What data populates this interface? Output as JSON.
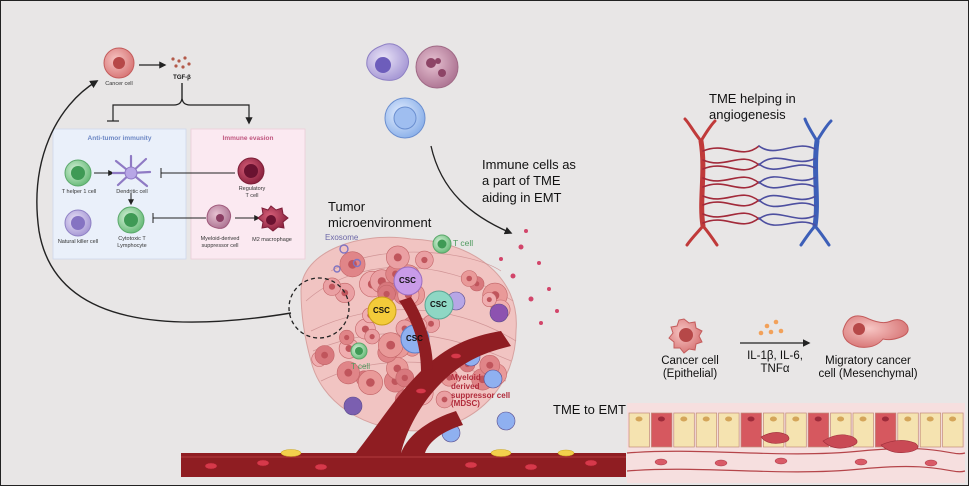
{
  "inset": {
    "cancer_cell": "Cancer cell",
    "tgf": "TGF-β",
    "anti_tumor_title": "Anti-tumor immunity",
    "immune_evasion_title": "Immune evasion",
    "t_helper": "T helper 1 cell",
    "dendritic": "Dendritic cell",
    "nk": "Natural killer cell",
    "cytotoxic": "Cytotoxic T\nLymphocyte",
    "regulatory": "Regulatory\nT cell",
    "mdsc": "Myeloid-derived\nsuppressor cell",
    "m2": "M2 macrophage"
  },
  "labels": {
    "tumor_micro": "Tumor\nmicroenvironment",
    "exosome": "Exosome",
    "t_cell_top": "T cell",
    "t_cell_left": "T cell",
    "csc": "CSC",
    "myeloid": "Myeloid\nderived\nsuppressor cell\n(MDSC)",
    "immune_cells": "Immune cells as\na part of TME\naiding in EMT",
    "angiogenesis": "TME helping in\nangiogenesis",
    "tme_to_emt": "TME to EMT",
    "cancer_epithelial": "Cancer cell\n(Epithelial)",
    "cytokines": "IL-1β, IL-6,\nTNFα",
    "migratory": "Migratory cancer\ncell (Mesenchymal)"
  },
  "colors": {
    "background": "#e8e6e6",
    "vessel_red": "#8f1d22",
    "artery_red": "#c03a3a",
    "vein_blue": "#3d5fb8",
    "tumor_pink": "#e99a99",
    "anti_tumor_panel": "#eaf0fa",
    "evasion_panel": "#fbe9f1",
    "csc_purple": "#c99be8",
    "csc_yellow": "#f3cb3a",
    "csc_teal": "#8ed7c4",
    "csc_blue": "#8fb0f0"
  }
}
